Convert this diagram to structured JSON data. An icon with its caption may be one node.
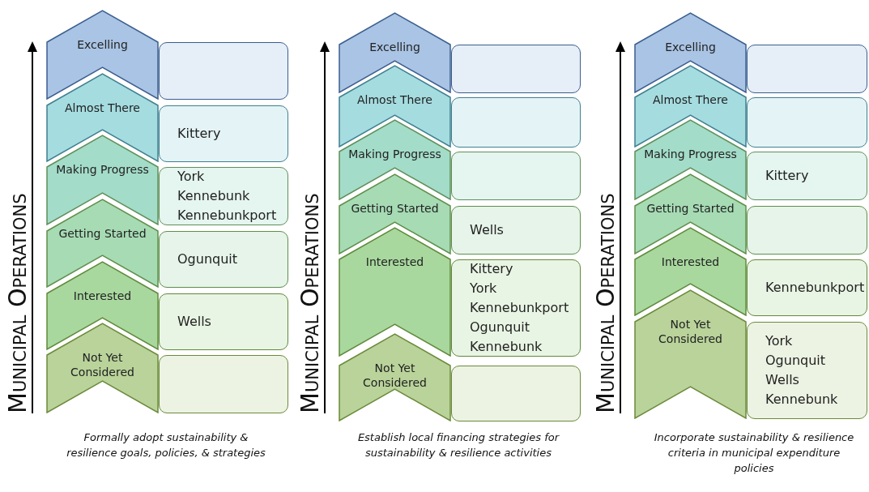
{
  "diagram": {
    "nodes": [
      {
        "text": [
          "Excelling"
        ]
      },
      {
        "text": [],
        "shape": "box"
      },
      {
        "text": [
          "Almost There"
        ]
      },
      {
        "text": [
          "Kittery"
        ]
      },
      {
        "text": [
          "Making Progress"
        ]
      },
      {
        "text": [
          "York",
          "Kennebunk",
          "Kennebunkport"
        ]
      },
      {
        "text": [
          "Getting Started"
        ]
      },
      {
        "text": [
          "Ogunquit"
        ]
      },
      {
        "text": [
          "Interested"
        ]
      },
      {
        "text": [
          "Wells"
        ]
      },
      {
        "text": [
          "Not Yet Considered"
        ]
      },
      {
        "text": [],
        "shape": "box"
      },
      {
        "text": [
          "Excelling"
        ]
      },
      {
        "text": [],
        "shape": "box"
      },
      {
        "text": [
          "Almost There"
        ]
      },
      {
        "text": [],
        "shape": "box"
      },
      {
        "text": [
          "Making Progress"
        ]
      },
      {
        "text": [],
        "shape": "box"
      },
      {
        "text": [
          "Getting Started"
        ]
      },
      {
        "text": [
          "Wells"
        ]
      },
      {
        "text": [
          "Interested"
        ]
      },
      {
        "text": [
          "Kittery",
          "York",
          "Kennebunkport",
          "Ogunquit",
          "Kennebunk"
        ]
      },
      {
        "text": [
          "Not Yet Considered"
        ]
      },
      {
        "text": [],
        "shape": "box"
      },
      {
        "text": [
          "Excelling"
        ]
      },
      {
        "text": [],
        "shape": "box"
      },
      {
        "text": [
          "Almost There"
        ]
      },
      {
        "text": [],
        "shape": "box"
      },
      {
        "text": [
          "Making Progress"
        ]
      },
      {
        "text": [
          "Kittery"
        ]
      },
      {
        "text": [
          "Getting Started"
        ]
      },
      {
        "text": [],
        "shape": "box"
      },
      {
        "text": [
          "Interested"
        ]
      },
      {
        "text": [
          "Kennebunkport"
        ]
      },
      {
        "text": [
          "Not Yet Considered"
        ]
      },
      {
        "text": [
          "York",
          "Ogunquit",
          "Wells",
          "Kennebunk"
        ]
      }
    ],
    "labels": [
      "Municipal Operations",
      "Formally adopt sustainability & resilience goals, policies, & strategies",
      "Municipal Operations",
      "Establish local financing strategies for sustainability & resilience activities",
      "Municipal Operations",
      "Incorporate sustainability & resilience criteria in municipal expenditure policies"
    ]
  }
}
